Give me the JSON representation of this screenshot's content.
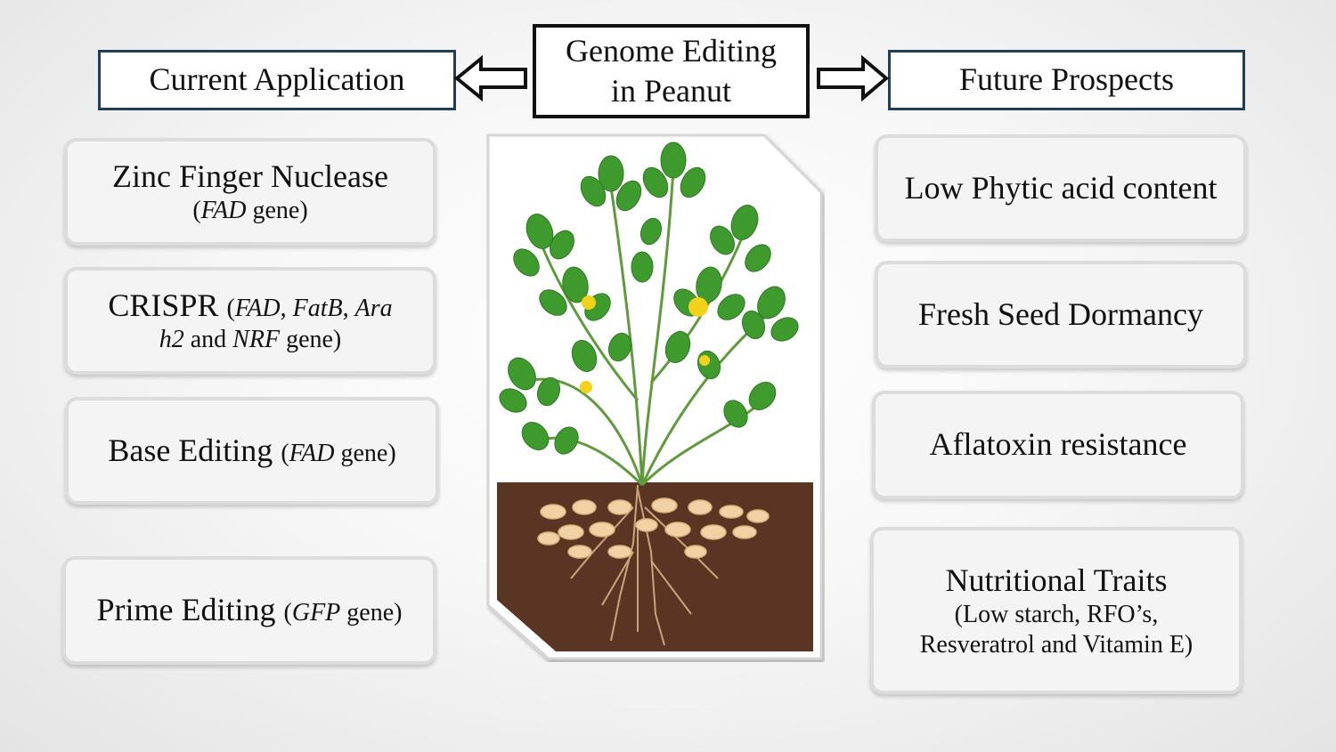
{
  "center": {
    "line1": "Genome Editing",
    "line2": "in Peanut"
  },
  "left_header": "Current Application",
  "right_header": "Future Prospects",
  "left_cards": [
    {
      "main": "Zinc Finger Nuclease",
      "sub_open": "(",
      "sub_italic": "FAD",
      "sub_rest": " gene)"
    },
    {
      "main": "CRISPR ",
      "p1": "(",
      "i1": "FAD",
      "s1": ", ",
      "i2": "FatB",
      "s2": ", ",
      "i3": "Ara",
      "line2_i": "h2",
      "line2_and": " and ",
      "line2_i2": "NRF",
      "line2_rest": " gene)"
    },
    {
      "main": "Base Editing ",
      "open": "(",
      "italic": "FAD",
      "rest": " gene)"
    },
    {
      "main": "Prime Editing ",
      "open": "(",
      "italic": "GFP",
      "rest": " gene)"
    }
  ],
  "right_cards": [
    {
      "label": "Low Phytic acid content"
    },
    {
      "label": "Fresh Seed Dormancy"
    },
    {
      "label": "Aflatoxin resistance"
    },
    {
      "label": "Nutritional Traits",
      "sub1": "(Low starch, RFO’s,",
      "sub2": "Resveratrol and Vitamin E)"
    }
  ],
  "colors": {
    "header_border": "#1f3f57",
    "soil": "#5a3523",
    "leaf": "#3f9a2e",
    "flower": "#f2d21b",
    "pod": "#f1d2a4"
  },
  "icons": {
    "plant": "peanut-plant-illustration"
  }
}
